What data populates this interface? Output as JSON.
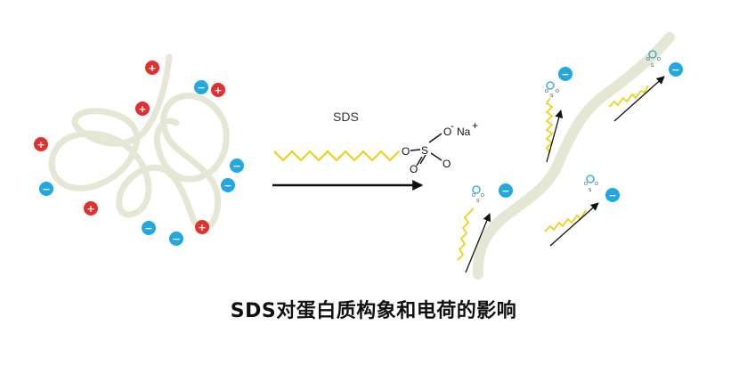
{
  "caption": "SDS对蛋白质构象和电荷的影响",
  "reaction": {
    "reagent_label": "SDS",
    "molecule": {
      "oxygen": "O",
      "sulfur": "S",
      "anion_oxygen": "O",
      "charge_minus": "-",
      "counter_ion": "Na",
      "charge_plus": "+"
    }
  },
  "charges": {
    "positive_symbol": "+",
    "negative_symbol": "−"
  },
  "colors": {
    "protein_strand": "#e6e6d4",
    "positive_charge": "#e03030",
    "negative_charge": "#22a8df",
    "sds_tail": "#ecd21a",
    "arrow": "#111111"
  }
}
